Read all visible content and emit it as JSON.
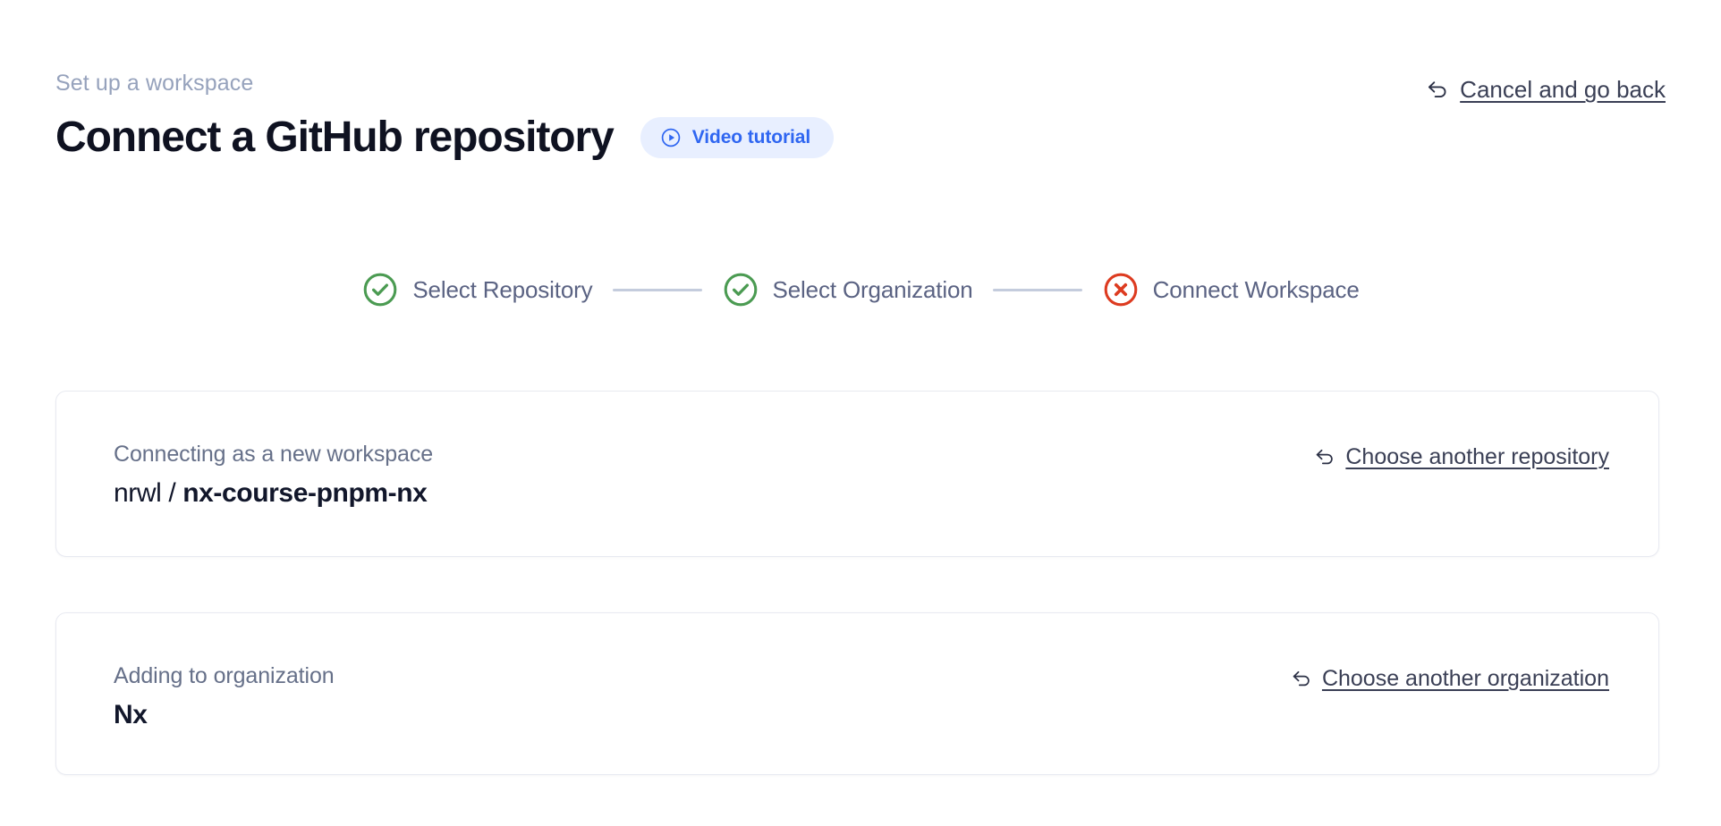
{
  "header": {
    "eyebrow": "Set up a workspace",
    "title": "Connect a GitHub repository",
    "video_badge": {
      "label": "Video tutorial",
      "icon": "play-circle-icon",
      "bg_color": "#e8efff",
      "text_color": "#2f66f1"
    },
    "cancel_link": {
      "label": "Cancel and go back",
      "icon": "arrow-uturn-left-icon"
    }
  },
  "stepper": {
    "steps": [
      {
        "label": "Select Repository",
        "state": "complete",
        "icon": "check-circle-icon",
        "color": "#4b9b52"
      },
      {
        "label": "Select Organization",
        "state": "complete",
        "icon": "check-circle-icon",
        "color": "#4b9b52"
      },
      {
        "label": "Connect Workspace",
        "state": "error",
        "icon": "x-circle-icon",
        "color": "#dd3b20"
      }
    ],
    "connector_color": "#c4ccdd",
    "label_color": "#5b6383"
  },
  "cards": [
    {
      "caption": "Connecting as a new workspace",
      "owner": "nrwl",
      "separator": " / ",
      "repo": "nx-course-pnpm-nx",
      "action": {
        "label": "Choose another repository",
        "icon": "arrow-uturn-left-icon"
      }
    },
    {
      "caption": "Adding to organization",
      "value": "Nx",
      "action": {
        "label": "Choose another organization",
        "icon": "arrow-uturn-left-icon"
      }
    }
  ],
  "colors": {
    "background": "#ffffff",
    "card_border": "#e8eaf1",
    "title": "#0f1221",
    "muted": "#96a2bc"
  }
}
